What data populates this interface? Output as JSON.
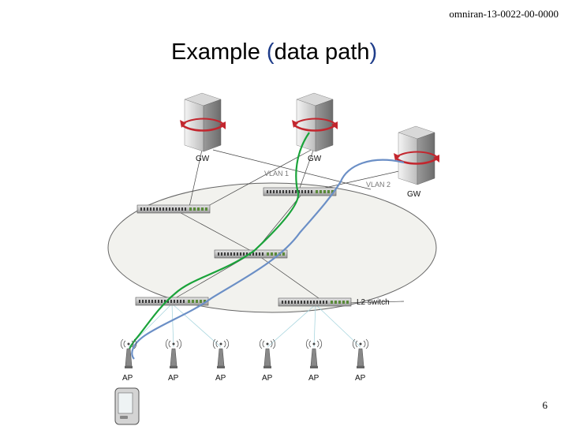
{
  "header": {
    "doc_id": "omniran-13-0022-00-0000"
  },
  "title": {
    "part1": "Example ",
    "paren_open": "(",
    "part2": "data path",
    "paren_close": ")"
  },
  "diagram": {
    "gateways": [
      "GW",
      "GW",
      "GW"
    ],
    "vlans": [
      "VLAN 1",
      "VLAN 2"
    ],
    "switch_label": "L2 switch",
    "access_points": [
      "AP",
      "AP",
      "AP",
      "AP",
      "AP",
      "AP"
    ]
  },
  "colors": {
    "path_green": "#1aa33a",
    "path_blue": "#6b8fc6",
    "cloud_fill": "#f2f2ee"
  },
  "footer": {
    "page_number": "6"
  }
}
